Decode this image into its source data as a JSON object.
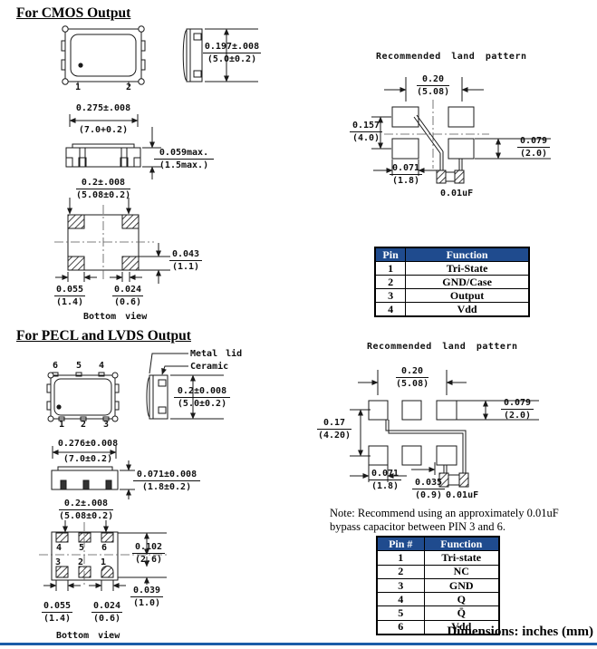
{
  "colors": {
    "table_header_bg": "#1f4b8e",
    "table_header_text": "#ffffff",
    "line": "#1a1a1a",
    "page_border_blue": "#1a5ca8"
  },
  "cmos": {
    "heading": "For CMOS Output",
    "top_view": {
      "pins": [
        "1",
        "2"
      ]
    },
    "dims": {
      "side_h": {
        "v": "0.197±.008",
        "mm": "(5.0±0.2)"
      },
      "body_w": {
        "v": "0.275±.008",
        "mm": "(7.0+0.2)"
      },
      "body_h": {
        "v": "0.059max.",
        "mm": "(1.5max.)"
      },
      "pad_pitch": {
        "v": "0.2±.008",
        "mm": "(5.08±0.2)"
      },
      "pad_h": {
        "v": "0.043",
        "mm": "(1.1)"
      },
      "pad_w": {
        "v": "0.055",
        "mm": "(1.4)"
      },
      "pad_gap": {
        "v": "0.024",
        "mm": "(0.6)"
      }
    },
    "bottom_view_label": "Bottom view",
    "land": {
      "title": "Recommended land pattern",
      "pitch": {
        "v": "0.20",
        "mm": "(5.08)"
      },
      "height": {
        "v": "0.157",
        "mm": "(4.0)"
      },
      "pad_h": {
        "v": "0.079",
        "mm": "(2.0)"
      },
      "pad_w": {
        "v": "0.071",
        "mm": "(1.8)"
      },
      "cap": "0.01uF"
    },
    "pin_table": {
      "headers": [
        "Pin",
        "Function"
      ],
      "rows": [
        [
          "1",
          "Tri-State"
        ],
        [
          "2",
          "GND/Case"
        ],
        [
          "3",
          "Output"
        ],
        [
          "4",
          "Vdd"
        ]
      ]
    }
  },
  "pecl": {
    "heading": "For PECL and LVDS Output",
    "top_view": {
      "pins_top": [
        "6",
        "5",
        "4"
      ],
      "pins_bottom": [
        "1",
        "2",
        "3"
      ]
    },
    "side": {
      "metal_lid": "Metal lid",
      "ceramic": "Ceramic",
      "h": {
        "v": "0.2±0.008",
        "mm": "(5.0±0.2)"
      }
    },
    "dims": {
      "body_w": {
        "v": "0.276±0.008",
        "mm": "(7.0±0.2)"
      },
      "body_h": {
        "v": "0.071±0.008",
        "mm": "(1.8±0.2)"
      },
      "pad_pitch": {
        "v": "0.2±.008",
        "mm": "(5.08±0.2)"
      },
      "row_offset": {
        "v": "0.102",
        "mm": "(2.6)"
      },
      "pad_h2": {
        "v": "0.039",
        "mm": "(1.0)"
      },
      "pad_w": {
        "v": "0.055",
        "mm": "(1.4)"
      },
      "pad_gap": {
        "v": "0.024",
        "mm": "(0.6)"
      }
    },
    "bottom_view": {
      "pads_top": [
        "4",
        "5",
        "6"
      ],
      "pads_bottom": [
        "3",
        "2",
        "1"
      ]
    },
    "bottom_view_label": "Bottom view",
    "land": {
      "title": "Recommended land pattern",
      "pitch": {
        "v": "0.20",
        "mm": "(5.08)"
      },
      "height": {
        "v": "0.17",
        "mm": "(4.20)"
      },
      "pad_h": {
        "v": "0.079",
        "mm": "(2.0)"
      },
      "pad_w": {
        "v": "0.071",
        "mm": "(1.8)"
      },
      "cap_gap": {
        "v": "0.035",
        "mm": "(0.9)"
      },
      "cap": "0.01uF"
    },
    "note_line1": "Note: Recommend using an approximately 0.01uF",
    "note_line2": "bypass capacitor between PIN 3 and 6.",
    "pin_table": {
      "headers": [
        "Pin #",
        "Function"
      ],
      "rows": [
        [
          "1",
          "Tri-state"
        ],
        [
          "2",
          "NC"
        ],
        [
          "3",
          "GND"
        ],
        [
          "4",
          "Q"
        ],
        [
          "5",
          "Q̄"
        ],
        [
          "6",
          "Vdd"
        ]
      ]
    }
  },
  "footer": {
    "dimensions_note": "Dimensions: inches (mm)"
  }
}
